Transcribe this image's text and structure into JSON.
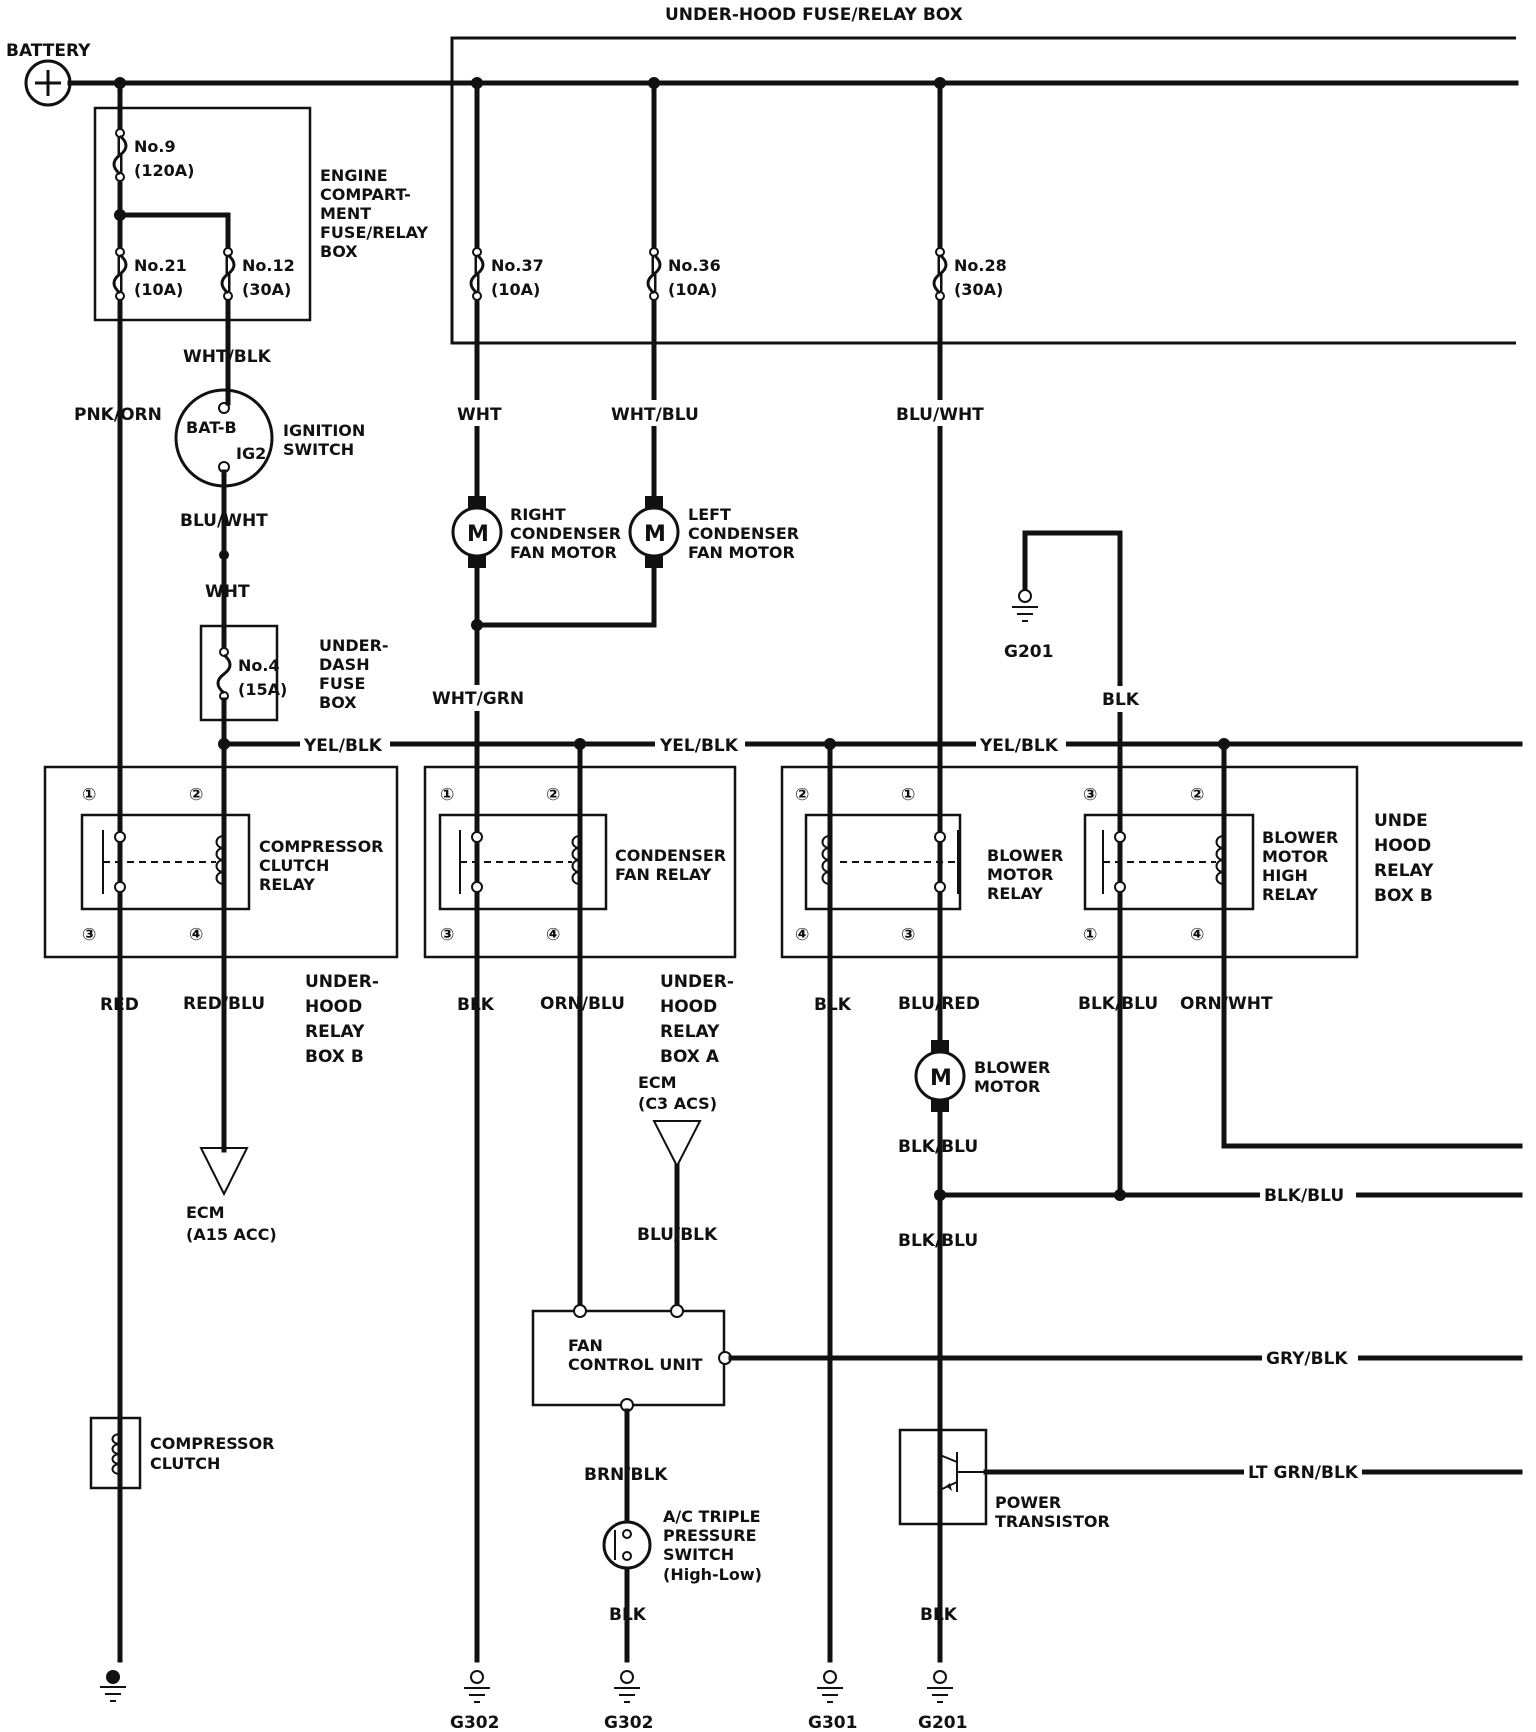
{
  "title": "UNDER-HOOD FUSE/RELAY BOX",
  "battery": "BATTERY",
  "engine_box": {
    "label": [
      "ENGINE",
      "COMPART-",
      "MENT",
      "FUSE/RELAY",
      "BOX"
    ],
    "fuse9": [
      "No.9",
      "(120A)"
    ],
    "fuse21": [
      "No.21",
      "(10A)"
    ],
    "fuse12": [
      "No.12",
      "(30A)"
    ]
  },
  "underhood_fuses": {
    "f37": [
      "No.37",
      "(10A)"
    ],
    "f36": [
      "No.36",
      "(10A)"
    ],
    "f28": [
      "No.28",
      "(30A)"
    ]
  },
  "ignition": {
    "bat_b": "BAT-B",
    "ig2": "IG2",
    "label": [
      "IGNITION",
      "SWITCH"
    ]
  },
  "underdash": {
    "fuse": [
      "No.4",
      "(15A)"
    ],
    "label": [
      "UNDER-",
      "DASH",
      "FUSE",
      "BOX"
    ]
  },
  "motors": {
    "right": [
      "RIGHT",
      "CONDENSER",
      "FAN MOTOR"
    ],
    "left": [
      "LEFT",
      "CONDENSER",
      "FAN MOTOR"
    ],
    "blower": [
      "BLOWER",
      "MOTOR"
    ],
    "symbol": "M"
  },
  "relays": {
    "compressor": [
      "COMPRESSOR",
      "CLUTCH",
      "RELAY"
    ],
    "condenser": [
      "CONDENSER",
      "FAN RELAY"
    ],
    "blower": [
      "BLOWER",
      "MOTOR",
      "RELAY"
    ],
    "blower_high": [
      "BLOWER",
      "MOTOR",
      "HIGH",
      "RELAY"
    ]
  },
  "relay_boxes": {
    "b_left": [
      "UNDER-",
      "HOOD",
      "RELAY",
      "BOX B"
    ],
    "a": [
      "UNDER-",
      "HOOD",
      "RELAY",
      "BOX A"
    ],
    "b_right": [
      "UNDE",
      "HOOD",
      "RELAY",
      "BOX B"
    ]
  },
  "pins": {
    "p1": "①",
    "p2": "②",
    "p3": "③",
    "p4": "④"
  },
  "wires": {
    "wht_blk": "WHT/BLK",
    "pnk_orn": "PNK/ORN",
    "blu_wht": "BLU/WHT",
    "wht": "WHT",
    "wht_blu": "WHT/BLU",
    "wht_grn": "WHT/GRN",
    "yel_blk": "YEL/BLK",
    "blk": "BLK",
    "red": "RED",
    "red_blu": "RED/BLU",
    "orn_blu": "ORN/BLU",
    "blu_red": "BLU/RED",
    "blk_blu": "BLK/BLU",
    "orn_wht": "ORN/WHT",
    "blu_blk": "BLU/BLK",
    "gry_blk": "GRY/BLK",
    "brn_blk": "BRN/BLK",
    "lt_grn_blk": "LT GRN/BLK"
  },
  "ecm_acc": [
    "ECM",
    "(A15 ACC)"
  ],
  "ecm_acs": [
    "ECM",
    "(C3 ACS)"
  ],
  "fan_control": [
    "FAN",
    "CONTROL UNIT"
  ],
  "compressor_clutch": [
    "COMPRESSOR",
    "CLUTCH"
  ],
  "pressure_switch": [
    "A/C TRIPLE",
    "PRESSURE",
    "SWITCH",
    "(High-Low)"
  ],
  "power_transistor": [
    "POWER",
    "TRANSISTOR"
  ],
  "grounds": {
    "g201": "G201",
    "g302": "G302",
    "g301": "G301"
  }
}
